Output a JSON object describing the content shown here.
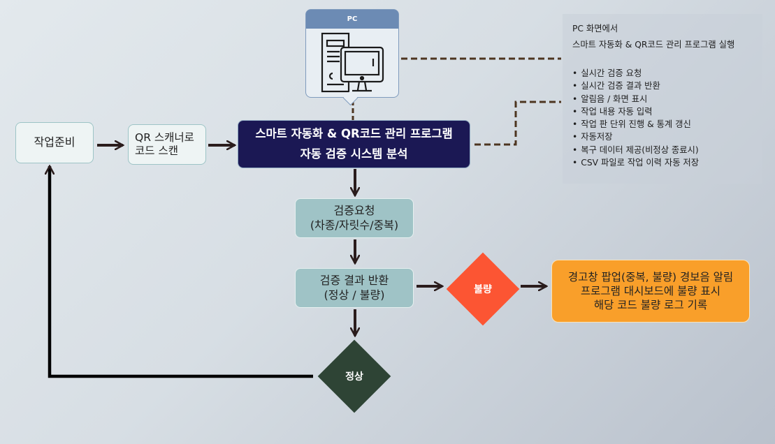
{
  "pc_card": {
    "title": "PC",
    "icon": "desktop-computer-icon"
  },
  "notes": {
    "header_line1": "PC 화면에서",
    "header_line2": "스마트 자동화 & QR코드 관리 프로그램 실행",
    "items": [
      "실시간 검증 요청",
      "실시간 검증 결과 반환",
      "알림음 / 화면 표시",
      "작업 내용 자동 입력",
      "작업 판 단위 진행 & 통계 갱신",
      "자동저장",
      "복구 데이터 제공(비정상 종료시)",
      "CSV 파일로 작업 이력 자동 저장"
    ]
  },
  "nodes": {
    "prep": "작업준비",
    "scan_line1": "QR 스캐너로",
    "scan_line2": "코드 스캔",
    "system_line1": "스마트 자동화 & QR코드 관리 프로그램",
    "system_line2": "자동 검증 시스템 분석",
    "request_line1": "검증요청",
    "request_line2": "(차종/자릿수/중복)",
    "result_line1": "검증 결과 반환",
    "result_line2": "(정상 / 불량)",
    "defect": "불량",
    "normal": "정상",
    "alert_line1": "경고창 팝업(중복, 불량) 경보음 알림",
    "alert_line2": "프로그램 대시보드에 불량 표시",
    "alert_line3": "해당 코드 불량 로그 기록"
  },
  "colors": {
    "navy": "#1b1854",
    "teal": "#9fc3c6",
    "defect": "#fc5533",
    "normal": "#2e4435",
    "alert": "#f99f2a",
    "pc_header": "#6c8bb4",
    "connector_dashed": "#4d3520",
    "arrow": "#2a1c1c"
  }
}
